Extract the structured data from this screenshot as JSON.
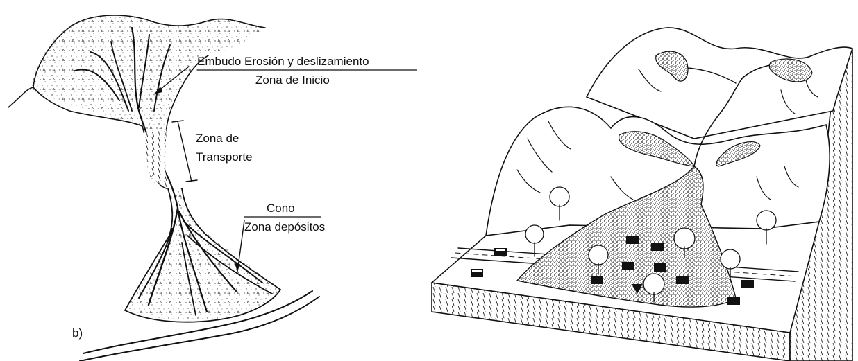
{
  "left_diagram": {
    "panel_label": "b)",
    "labels": {
      "start_zone_line1": "Embudo Erosión y deslizamiento",
      "start_zone_line2": "Zona de Inicio",
      "transport_line1": "Zona de",
      "transport_line2": "Transporte",
      "deposit_line1": "Cono",
      "deposit_line2": "Zona depósitos"
    }
  },
  "right_diagram": {}
}
